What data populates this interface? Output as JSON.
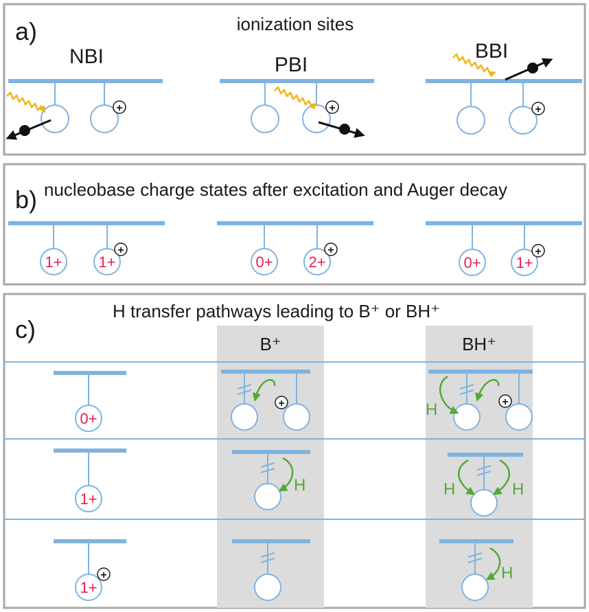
{
  "panel_a": {
    "letter": "a)",
    "heading": "ionization sites",
    "sites": [
      "NBI",
      "PBI",
      "BBI"
    ]
  },
  "panel_b": {
    "letter": "b)",
    "heading": "nucleobase charge states after excitation and Auger decay",
    "states": [
      {
        "left": "1+",
        "right": "1+"
      },
      {
        "left": "0+",
        "right": "2+"
      },
      {
        "left": "0+",
        "right": "1+"
      }
    ]
  },
  "panel_c": {
    "letter": "c)",
    "heading": "H transfer pathways leading to B⁺ or BH⁺",
    "columns": [
      "B⁺",
      "BH⁺"
    ],
    "row_charges": [
      "0+",
      "1+",
      "1+"
    ],
    "h_label": "H"
  },
  "plus_symbol": "+",
  "colors": {
    "backbone": "#7fb3e0",
    "charge": "#e8204f",
    "photon": "#f2b418",
    "h_transfer": "#55a832",
    "shade": "#dcdcdc"
  }
}
